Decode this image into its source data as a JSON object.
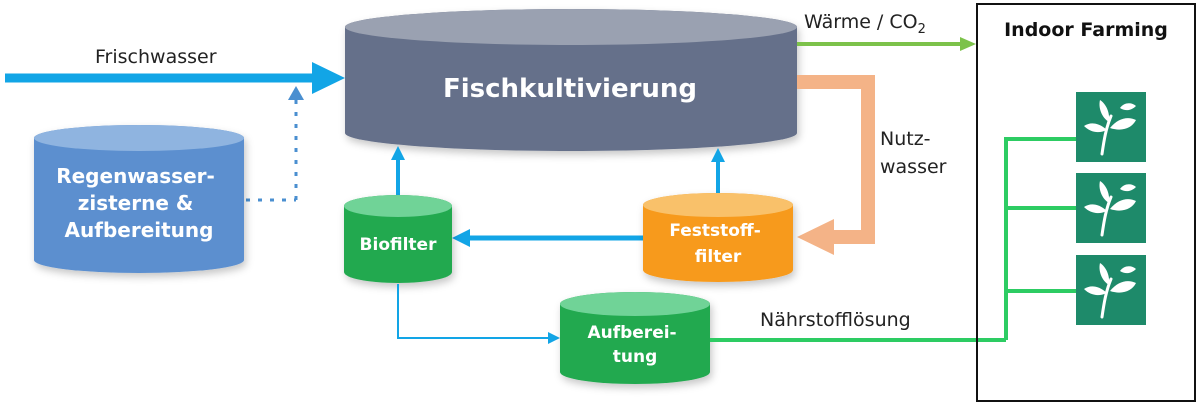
{
  "nodes": {
    "fischkultivierung": "Fischkultivierung",
    "regenwasser": [
      "Regenwasser-",
      "zisterne &",
      "Aufbereitung"
    ],
    "biofilter": "Biofilter",
    "feststofffilter": [
      "Feststoff-",
      "filter"
    ],
    "aufbereitung": [
      "Aufberei-",
      "tung"
    ],
    "indoor_farming": "Indoor Farming"
  },
  "edges": {
    "frischwasser": "Frischwasser",
    "waerme": "Wärme / CO",
    "waerme_sub": "2",
    "nutzwasser": [
      "Nutz-",
      "wasser"
    ],
    "naehrstoffloesung": "Nährstofflösung"
  },
  "icons": [
    "plant-icon",
    "plant-icon",
    "plant-icon"
  ],
  "colors": {
    "fish_tank": "#65708a",
    "fish_tank_top": "#9aa1b1",
    "rain_tank": "#5b8fcf",
    "rain_tank_top": "#8fb4e0",
    "green_tank": "#20a94f",
    "green_tank_top": "#6fd397",
    "orange_tank": "#f79a1c",
    "orange_tank_top": "#f9c16a",
    "water_arrow": "#12a5e6",
    "heat_arrow": "#7cc24a",
    "nutzwasser_arrow": "#f4b387",
    "nutrient_line": "#2dcc63",
    "plant_box": "#1e8a6a"
  }
}
